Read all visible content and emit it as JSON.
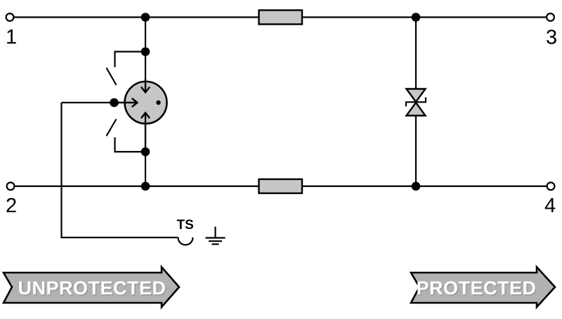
{
  "colors": {
    "background": "#ffffff",
    "line": "#000000",
    "component_fill": "#c6c6c6",
    "banner_fill": "#b2b2b2",
    "banner_text": "#ffffff",
    "banner_text_shadow": "#989898"
  },
  "terminals": {
    "t1": "1",
    "t2": "2",
    "t3": "3",
    "t4": "4"
  },
  "labels": {
    "thermal_disconnect": "TS"
  },
  "banners": {
    "unprotected": "UNPROTECTED",
    "protected": "PROTECTED"
  }
}
